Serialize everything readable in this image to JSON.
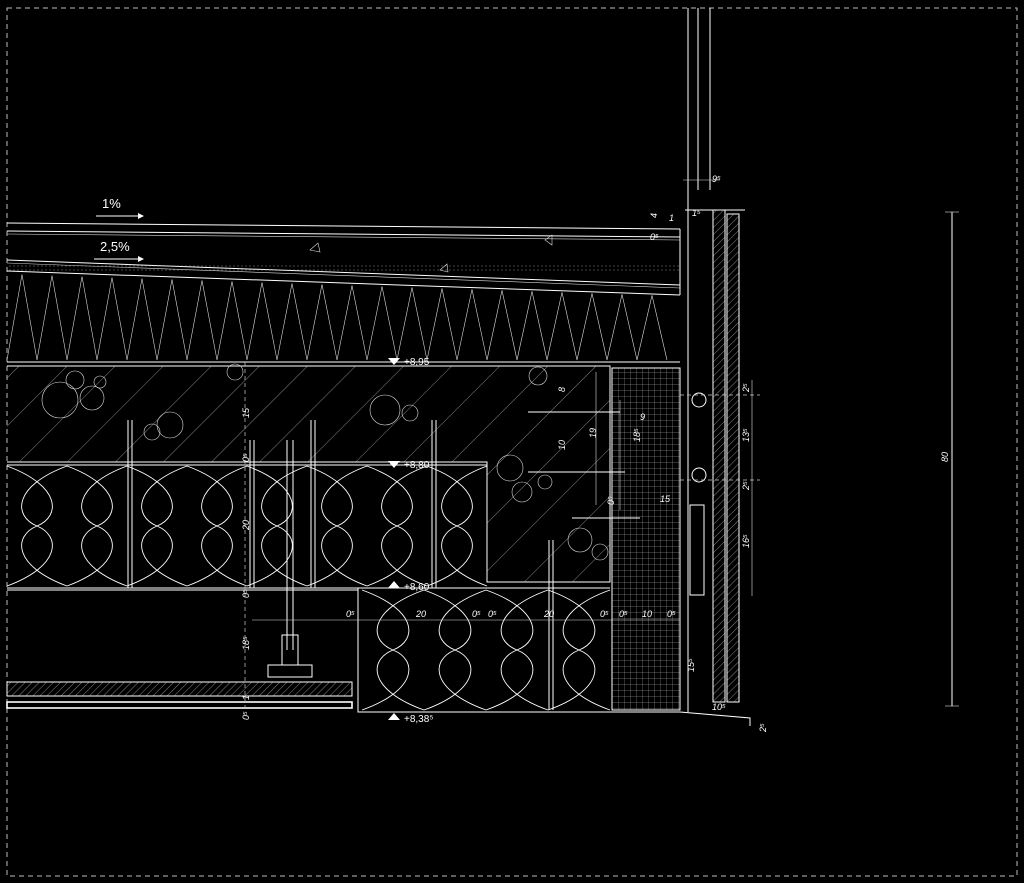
{
  "slopes": [
    {
      "id": "slope-top",
      "label": "1%"
    },
    {
      "id": "slope-mid",
      "label": "2,5%"
    }
  ],
  "levels": [
    {
      "id": "level-895",
      "label": "+8,95"
    },
    {
      "id": "level-880",
      "label": "+8,80"
    },
    {
      "id": "level-860",
      "label": "+8,60"
    },
    {
      "id": "level-838",
      "label": "+8,38⁵"
    }
  ],
  "dimensions": {
    "left_vertical": [
      "15",
      "0⁵",
      "20",
      "0⁵",
      "18⁵",
      "1",
      "0⁵"
    ],
    "horizontal_bottom": [
      "0⁵",
      "20",
      "0⁵",
      "0⁵",
      "20",
      "0⁵",
      "0⁵",
      "10",
      "0⁵"
    ],
    "inner_beam": [
      "8",
      "10",
      "19",
      "9",
      "18⁵",
      "0⁵",
      "15"
    ],
    "facade_right": [
      "9⁵",
      "4",
      "1",
      "1⁵",
      "0⁵",
      "2⁵",
      "13⁵",
      "2⁵",
      "16⁵",
      "15⁵",
      "10⁵",
      "2⁵"
    ],
    "total_height": "80"
  },
  "colors": {
    "background": "#000000",
    "line": "#ffffff",
    "frame": "#bbbbbb"
  }
}
